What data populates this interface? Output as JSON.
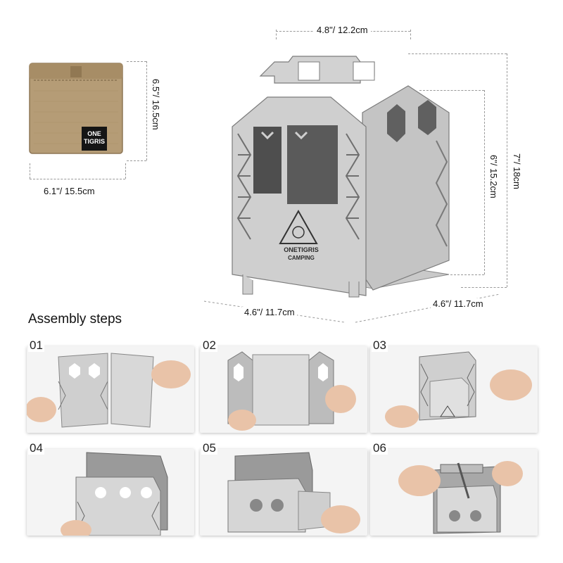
{
  "dimensions": {
    "top_width": "4.8\"/ 12.2cm",
    "total_height": "7\"/ 18cm",
    "body_height": "6\"/ 15.2cm",
    "front_depth": "4.6\"/ 11.7cm",
    "side_depth": "4.6\"/ 11.7cm",
    "pouch_height": "6.5\"/ 16.5cm",
    "pouch_width": "6.1\"/ 15.5cm"
  },
  "pouch": {
    "badge_line1": "ONE",
    "badge_line2": "TIGRIS",
    "color": "#b79f7a"
  },
  "stove_logo": {
    "brand": "ONETIGRIS",
    "sub": "CAMPING"
  },
  "assembly": {
    "heading": "Assembly steps",
    "steps": [
      {
        "number": "01"
      },
      {
        "number": "02"
      },
      {
        "number": "03"
      },
      {
        "number": "04"
      },
      {
        "number": "05"
      },
      {
        "number": "06"
      }
    ]
  }
}
